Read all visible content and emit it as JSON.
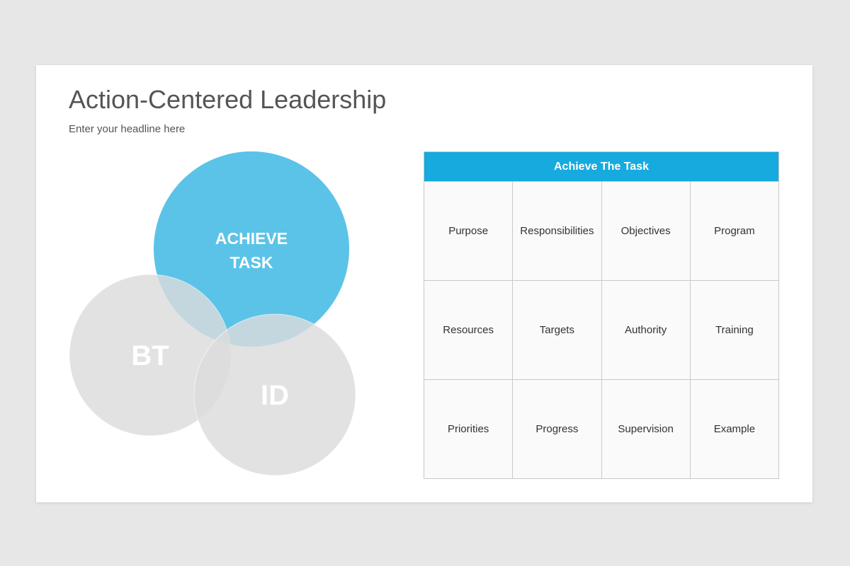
{
  "title": "Action-Centered Leadership",
  "subtitle": "Enter your headline here",
  "venn": {
    "circles": [
      {
        "label_lines": [
          "ACHIEVE",
          "TASK"
        ],
        "color": "#5bc3e8"
      },
      {
        "label": "BT",
        "color": "#dcdcdc"
      },
      {
        "label": "ID",
        "color": "#dcdcdc"
      }
    ]
  },
  "table": {
    "header": "Achieve The Task",
    "rows": [
      [
        "Purpose",
        "Responsibilities",
        "Objectives",
        "Program"
      ],
      [
        "Resources",
        "Targets",
        "Authority",
        "Training"
      ],
      [
        "Priorities",
        "Progress",
        "Supervision",
        "Example"
      ]
    ],
    "header_color": "#17aade"
  }
}
